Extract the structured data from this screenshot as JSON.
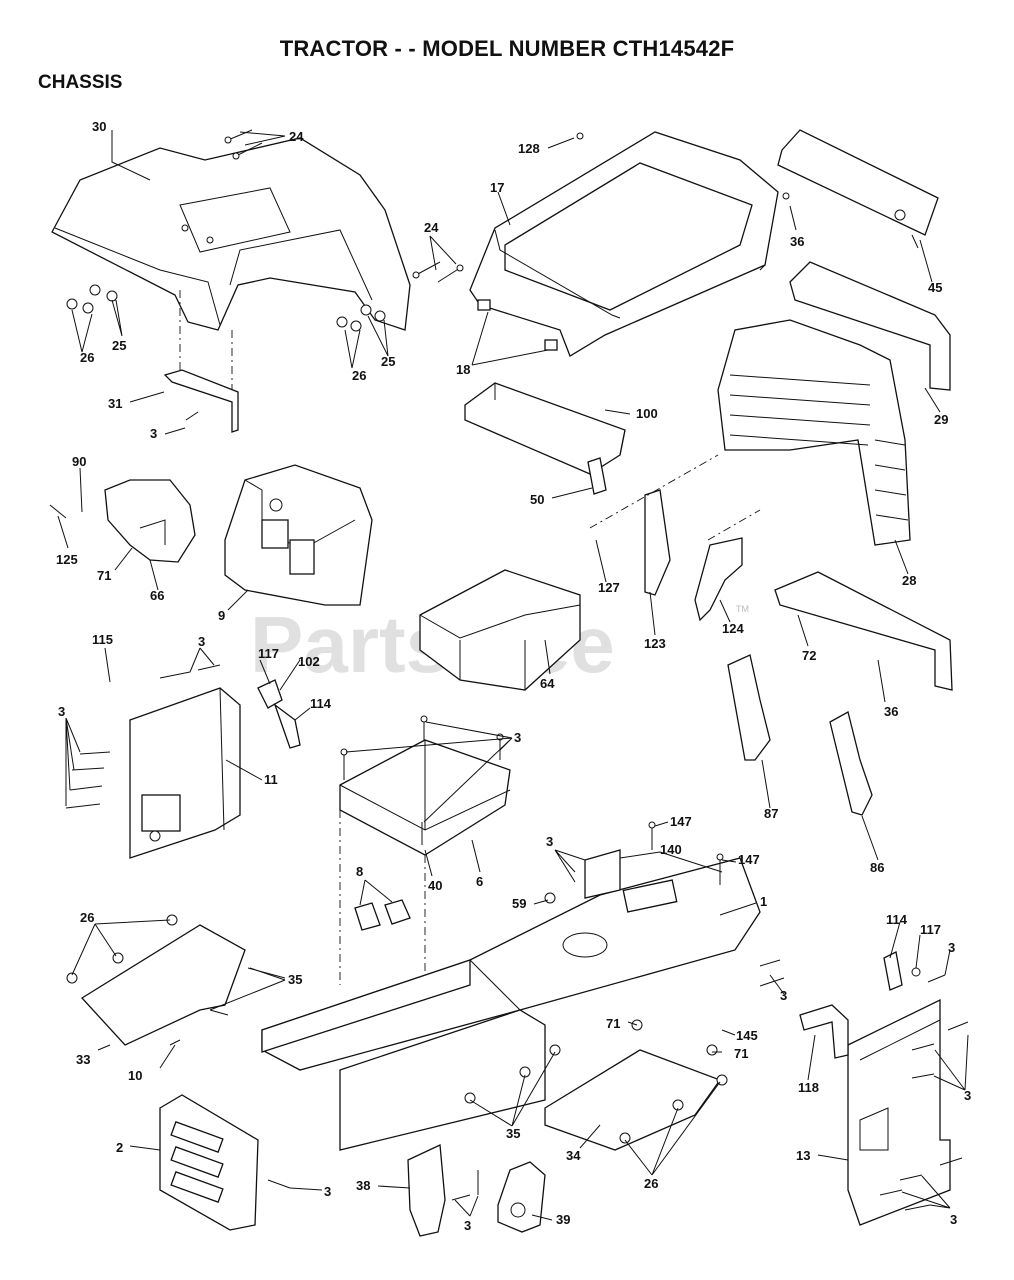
{
  "header": {
    "title": "TRACTOR - - MODEL NUMBER CTH14542F",
    "section": "CHASSIS"
  },
  "watermark": {
    "text": "PartsTree",
    "trademark": "TM"
  },
  "callouts": {
    "c30": "30",
    "c24a": "24",
    "c24b": "24",
    "c26a": "26",
    "c25a": "25",
    "c26b": "26",
    "c25b": "25",
    "c31": "31",
    "c3a": "3",
    "c128": "128",
    "c17": "17",
    "c36a": "36",
    "c45": "45",
    "c18": "18",
    "c100": "100",
    "c50": "50",
    "c29": "29",
    "c28": "28",
    "c90": "90",
    "c125": "125",
    "c71a": "71",
    "c66": "66",
    "c9": "9",
    "c127": "127",
    "c123": "123",
    "c124": "124",
    "c64": "64",
    "c72": "72",
    "c36b": "36",
    "c115": "115",
    "c3b": "3",
    "c117a": "117",
    "c102": "102",
    "c114a": "114",
    "c3c": "3",
    "c11": "11",
    "c3d": "3",
    "c40": "40",
    "c6": "6",
    "c87": "87",
    "c86": "86",
    "c8": "8",
    "c147a": "147",
    "c140": "140",
    "c147b": "147",
    "c3e": "3",
    "c59": "59",
    "c1": "1",
    "c26c": "26",
    "c35a": "35",
    "c33": "33",
    "c10": "10",
    "c114b": "114",
    "c117b": "117",
    "c3f": "3",
    "c3g": "3",
    "c71b": "71",
    "c145": "145",
    "c71c": "71",
    "c118": "118",
    "c3h": "3",
    "c2": "2",
    "c3i": "3",
    "c35b": "35",
    "c34": "34",
    "c26d": "26",
    "c13": "13",
    "c38": "38",
    "c3j": "3",
    "c39": "39",
    "c3k": "3"
  }
}
